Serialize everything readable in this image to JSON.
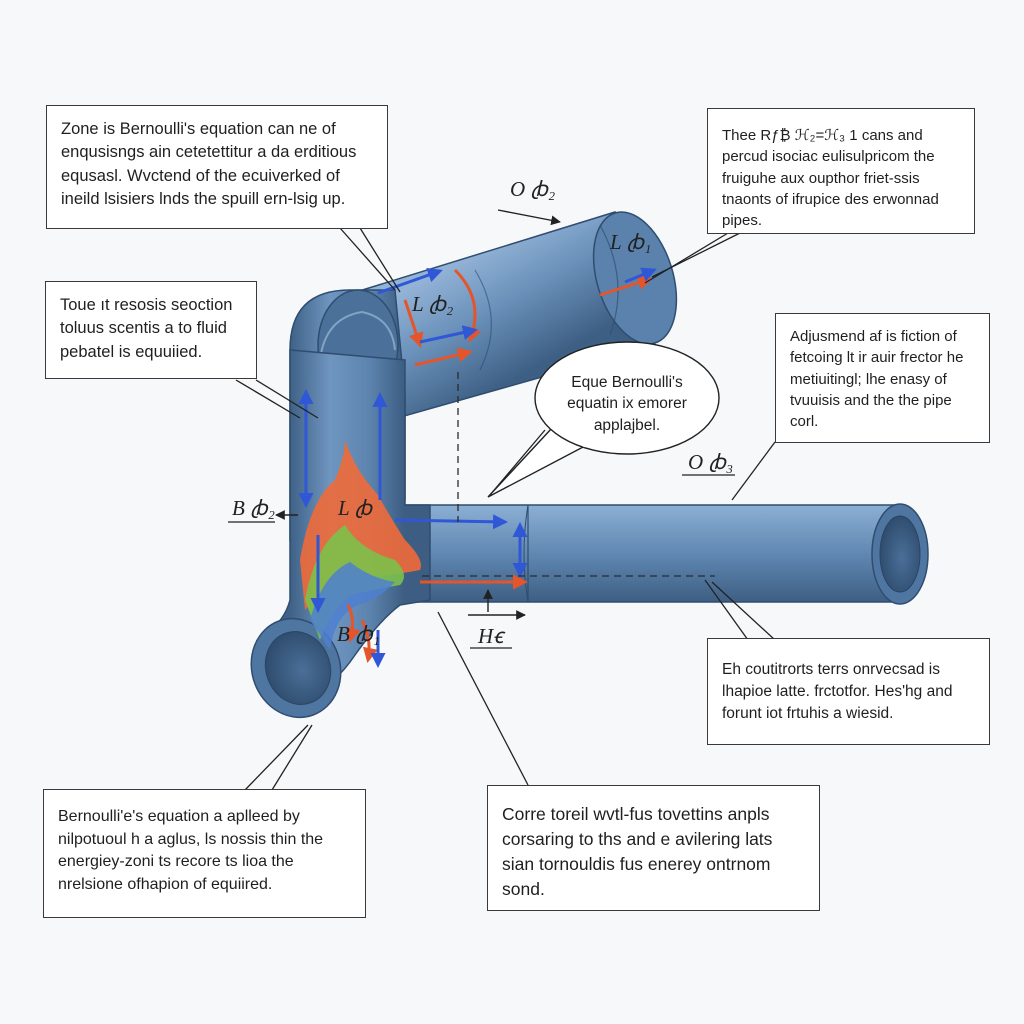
{
  "colors": {
    "pipe_body": "#5d86b1",
    "pipe_dark": "#3d5f85",
    "pipe_light": "#86aad0",
    "arrow_blue": "#2f57d6",
    "arrow_red": "#e4552c",
    "flow_orange": "#ef6a3a",
    "flow_green": "#7cc04a",
    "line": "#222222",
    "background": "#f7f8fa"
  },
  "callouts": {
    "top_left": "Zone is Bernoulli's equation can ne of enqusisngs ain cetetettitur a da erditious equsasl. Wvctend of the ecuiverked of ineild lsisiers lnds the spuill ern-lsig up.",
    "top_right": "Thee Rƒ₿ ℋ₂=ℋ₃ 1 cans and percud isociac eulisulpricom the fruiguhe aux oupthor friet-ssis tnaonts of ifrupice des erwonnad pipes.",
    "mid_left": "Toue ıt resosis seoction toluus scentis a to fluid pebatel is equuiied.",
    "mid_right": "Adjusmend af is fiction of fetcoing lt ir auir frector he metiuitingl; lhe enasy of tvuuisis and the the pipe corl.",
    "lower_right": "Eh coutitrorts terrs onrvecsad is lhapioe latte. frctotfor. Hes'hg and forunt iot frtuhis a wiesid.",
    "bottom_left": "Bernoulli'e's equation a aplleed by nilpotuoul h a aglus, ls nossis thin the energiey-zoni ts recore ts lioa the nrelsione ofhapion of equiired.",
    "bottom_center": "Corre toreil wvtl-fus tovettins anpls corsaring to ths and e avilering lats sian tornouldis fus enerey ontrnom sond."
  },
  "bubble": {
    "text": "Eque Bernoulli's equatin ix emorer applajbel."
  },
  "symbols": {
    "top_inlet": "O ꞗ₂",
    "top_pipe": "L ꞗ₁",
    "elbow": "L ꞗ₂",
    "left_side": "B ꞗ₂",
    "center": "L ꞗ",
    "horizontal": "O ꞗ₃",
    "lower": "Hꞓ",
    "bottom_inlet": "B ꞗ₁"
  }
}
